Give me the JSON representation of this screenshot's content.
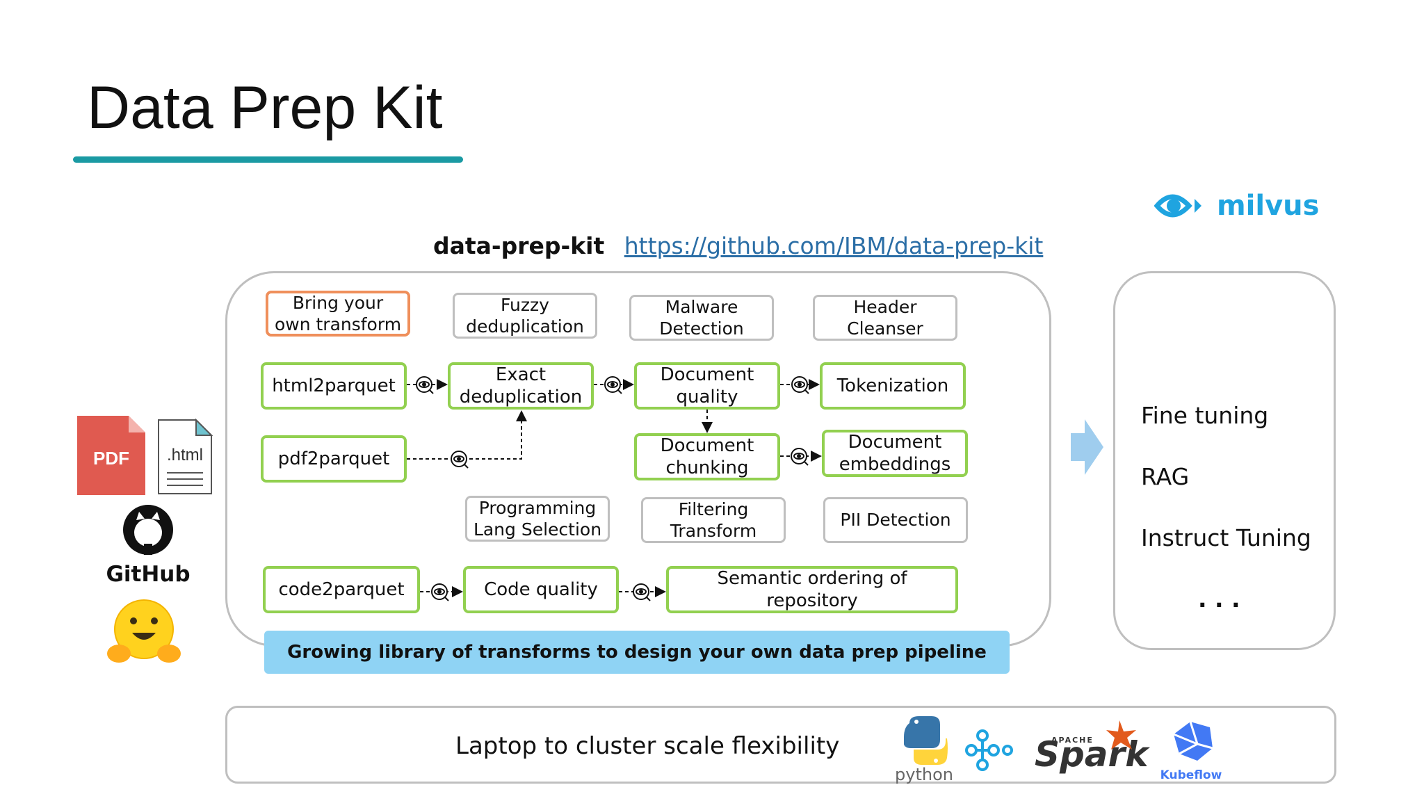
{
  "title": "Data Prep Kit",
  "repo": {
    "name": "data-prep-kit",
    "url": "https://github.com/IBM/data-prep-kit"
  },
  "logos": {
    "milvus": "milvus",
    "pdf": "PDF",
    "html": ".html",
    "github": "GitHub",
    "python": "python",
    "spark": "Spark",
    "spark_small": "APACHE",
    "kubeflow": "Kubeflow"
  },
  "transforms": {
    "byot": "Bring your\nown transform",
    "fuzzy": "Fuzzy\ndeduplication",
    "malware": "Malware\nDetection",
    "header": "Header\nCleanser",
    "html2parquet": "html2parquet",
    "exact": "Exact\ndeduplication",
    "docquality": "Document\nquality",
    "tokenization": "Tokenization",
    "pdf2parquet": "pdf2parquet",
    "chunking": "Document\nchunking",
    "embeddings": "Document\nembeddings",
    "proglang": "Programming\nLang Selection",
    "filtering": "Filtering\nTransform",
    "pii": "PII Detection",
    "code2parquet": "code2parquet",
    "codequality": "Code quality",
    "semantic": "Semantic ordering of\nrepository"
  },
  "banner": "Growing library of transforms to design your own data prep pipeline",
  "use_cases": [
    "Fine tuning",
    "RAG",
    "Instruct Tuning",
    ". . ."
  ],
  "bottom": "Laptop to cluster scale flexibility",
  "colors": {
    "accent": "#1a9aa3",
    "green": "#92d050",
    "orange": "#ef8f5b",
    "banner": "#8fd3f4",
    "arrow": "#9fcdee",
    "link": "#2b6ea6"
  }
}
